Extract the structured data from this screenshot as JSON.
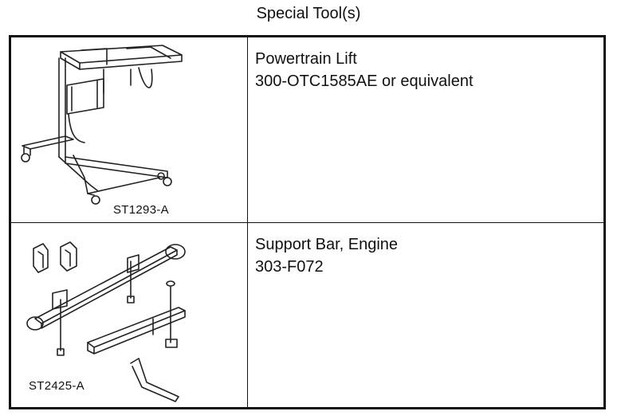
{
  "header": {
    "title": "Special Tool(s)"
  },
  "tools": [
    {
      "image_label": "ST1293-A",
      "name": "Powertrain Lift",
      "part_number": "300-OTC1585AE or equivalent"
    },
    {
      "image_label": "ST2425-A",
      "name": "Support Bar, Engine",
      "part_number": "303-F072"
    }
  ]
}
